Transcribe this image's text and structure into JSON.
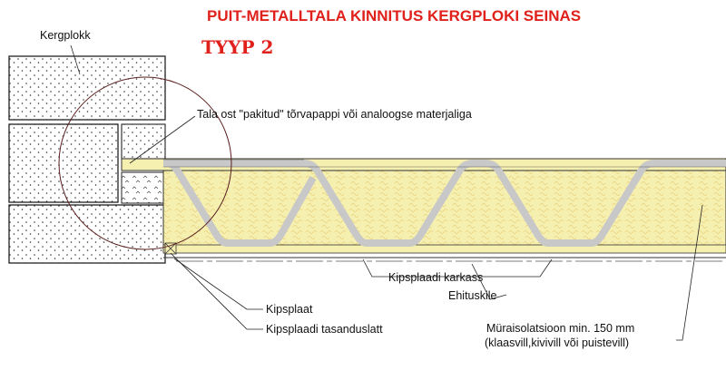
{
  "title": "PUIT-METALLTALA KINNITUS KERGPLOKI SEINAS",
  "subtitle": "TYYP 2",
  "labels": {
    "block": "Kergplokk",
    "beam_note": "Tala ost \"pakitud\" tõrvapappi või analoogse materjaliga",
    "frame": "Kipsplaadi karkass",
    "vapor": "Ehituskile",
    "board": "Kipsplaat",
    "batten": "Kipsplaadi tasanduslatt",
    "insulation_1": "Müraisolatsioon min. 150 mm",
    "insulation_2": "(klaasvill,kivivill või puistevill)"
  },
  "colors": {
    "insulation": "#f6f0b0",
    "profile": "#c8c8c8",
    "title": "#e0201b"
  },
  "icons": [
    "detail-circle",
    "leader-line",
    "dotted-block-hatch",
    "insulation-fiber-hatch"
  ]
}
